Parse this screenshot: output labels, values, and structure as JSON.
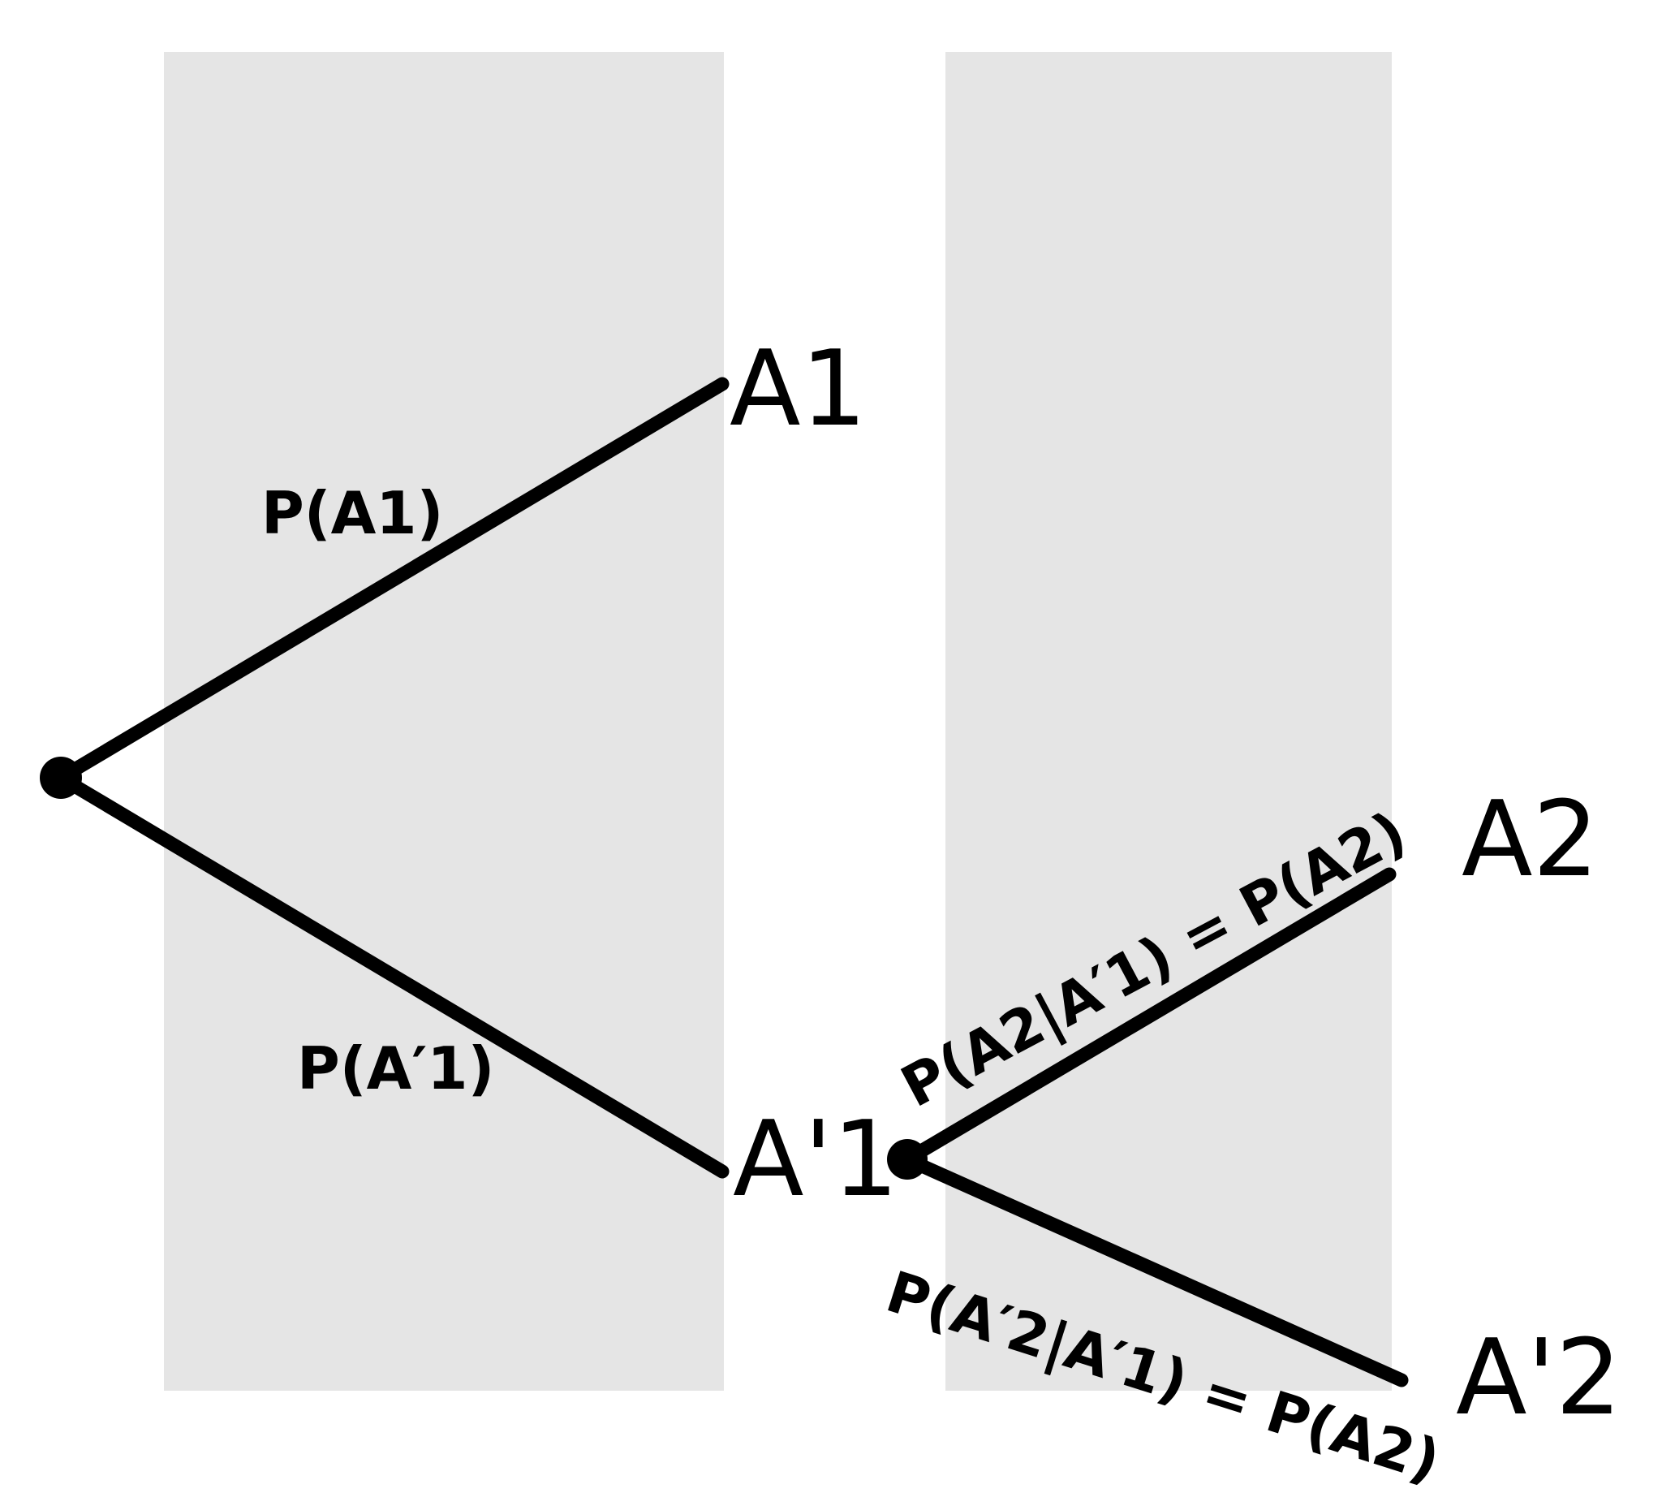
{
  "diagram": {
    "type": "probability-tree",
    "stages": 2,
    "nodes": {
      "a1": "A1",
      "a1_prime": "A'1",
      "a2": "A2",
      "a2_prime": "A'2"
    },
    "branch_labels": {
      "root_to_a1": "P(A1)",
      "root_to_a1_prime": "P(A′1)",
      "a1_prime_to_a2": "P(A2|A′1) = P(A2)",
      "a1_prime_to_a2_prime": "P(A′2|A′1) = P(A2)"
    },
    "edges": [
      {
        "from": "root",
        "to": "A1",
        "label": "P(A1)"
      },
      {
        "from": "root",
        "to": "A'1",
        "label": "P(A′1)"
      },
      {
        "from": "A'1",
        "to": "A2",
        "label": "P(A2|A′1) = P(A2)"
      },
      {
        "from": "A'1",
        "to": "A'2",
        "label": "P(A′2|A′1) = P(A2)"
      }
    ]
  },
  "colors": {
    "background": "#ffffff",
    "band": "#e5e5e5",
    "line": "#000000",
    "text": "#000000"
  }
}
